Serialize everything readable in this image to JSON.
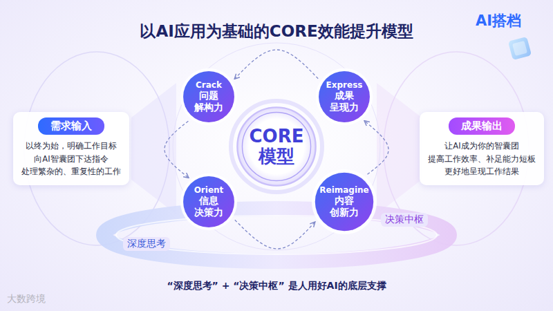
{
  "diagram": {
    "title": "以AI应用为基础的CORE效能提升模型",
    "caption": "“深度思考” + “决策中枢” 是人用好AI的底层支撑",
    "nodes": [
      {
        "text": [
          "需求输入",
          "以终为始，明确工作目标 向AI智囊团下达指令 处理繁杂的、重复性的工作"
        ]
      },
      {
        "text": [
          "Crack",
          "问题 解构力"
        ]
      },
      {
        "text": [
          "Express",
          "成果 呈现力"
        ]
      },
      {
        "text": [
          "CORE 模型"
        ]
      },
      {
        "text": [
          "Orient",
          "信息 决策力"
        ]
      },
      {
        "text": [
          "Reimagine",
          "内容 创新力"
        ]
      },
      {
        "text": [
          "成果输出",
          "让AI成为你的智囊团 提高工作效率、补足能力短板 更好地呈现工作结果"
        ]
      },
      {
        "text": [
          "决策中枢"
        ]
      },
      {
        "text": [
          "深度思考"
        ]
      }
    ],
    "edges": [
      {
        "from": 2,
        "to": 1,
        "arrow": "to"
      },
      {
        "from": 1,
        "to": 4,
        "arrow": "to"
      },
      {
        "from": 4,
        "to": 5,
        "arrow": "to"
      },
      {
        "from": 5,
        "to": 2,
        "arrow": "to"
      }
    ],
    "labels": [
      "AI搭档",
      "大数跨境"
    ]
  }
}
